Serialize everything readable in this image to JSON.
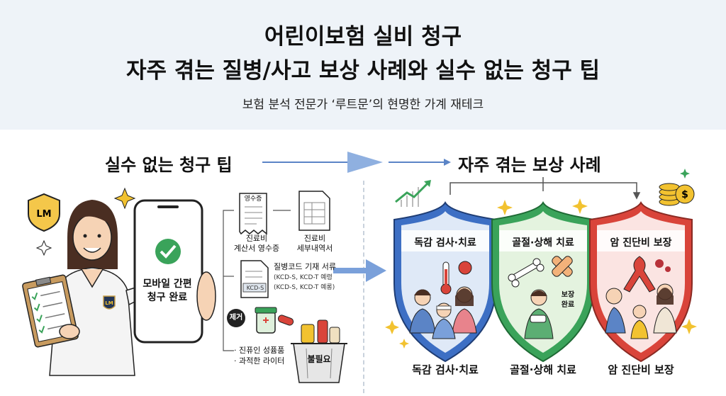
{
  "header": {
    "title_line1": "어린이보험 실비 청구",
    "title_line2": "자주 겪는 질병/사고 보상 사례와 실수 없는 청구 팁",
    "subtitle": "보험 분석 전문가 ‘루트문’의 현명한 가계 재테크"
  },
  "left": {
    "heading": "실수 없는 청구 팁",
    "phone_label_line1": "모바일 간편",
    "phone_label_line2": "청구 완료",
    "logo_text": "LM",
    "receipt_tag": "영수증",
    "receipt_label_line1": "진료비",
    "receipt_label_line2": "계산서 영수증",
    "detail_label_line1": "진료비",
    "detail_label_line2": "세부내역서",
    "kcd_tag": "KCD-S",
    "kcd_title": "질병코드 기재 서류",
    "kcd_line1": "(KCD-S, KCD-T 예령",
    "kcd_line2": "(KCD-S, KCD-T 예롱)",
    "remove_badge": "제거",
    "excluded_item1": "· 진퓨인 성퓸품",
    "excluded_item2": "· 과적한 라이터",
    "bin_label": "불필요"
  },
  "right": {
    "heading": "자주 겪는 보상 사례",
    "shields": [
      {
        "title": "독감 검사·치료",
        "color": "#3d6fc4"
      },
      {
        "title": "골절·상해 치료",
        "color": "#3aa35a",
        "badge_line1": "보장",
        "badge_line2": "완료"
      },
      {
        "title": "암 진단비 보장",
        "color": "#d9443a"
      }
    ],
    "bottom_labels": [
      "독감 검사·치료",
      "골절·상해 치료",
      "암 진단비 보장"
    ]
  },
  "colors": {
    "header_bg": "#eef3f8",
    "arrow": "#5b84c6",
    "check": "#3aa35a",
    "gold": "#f2c230"
  }
}
